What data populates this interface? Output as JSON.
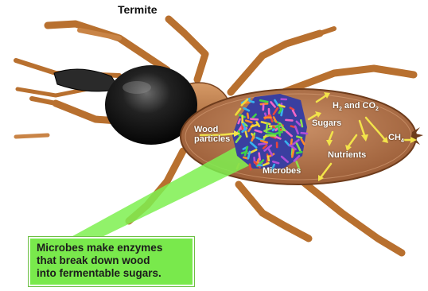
{
  "title": "Termite",
  "labels": {
    "wood_particles_line1": "Wood",
    "wood_particles_line2": "particles",
    "sugars": "Sugars",
    "h2_co2_h": "H",
    "h2_co2_sub1": "2",
    "h2_co2_mid": " and CO",
    "h2_co2_sub2": "2",
    "ch4_c": "CH",
    "ch4_sub": "4",
    "nutrients": "Nutrients",
    "microbes": "Microbes"
  },
  "callout": {
    "line1": "Microbes make enzymes",
    "line2": "that break down wood",
    "line3": "into fermentable sugars."
  },
  "colors": {
    "abdomen": "#b87a52",
    "legs": "#c07840",
    "head": "#1a1a1a",
    "arrow": "#f2e34a",
    "callout_bg": "#79e94c"
  }
}
